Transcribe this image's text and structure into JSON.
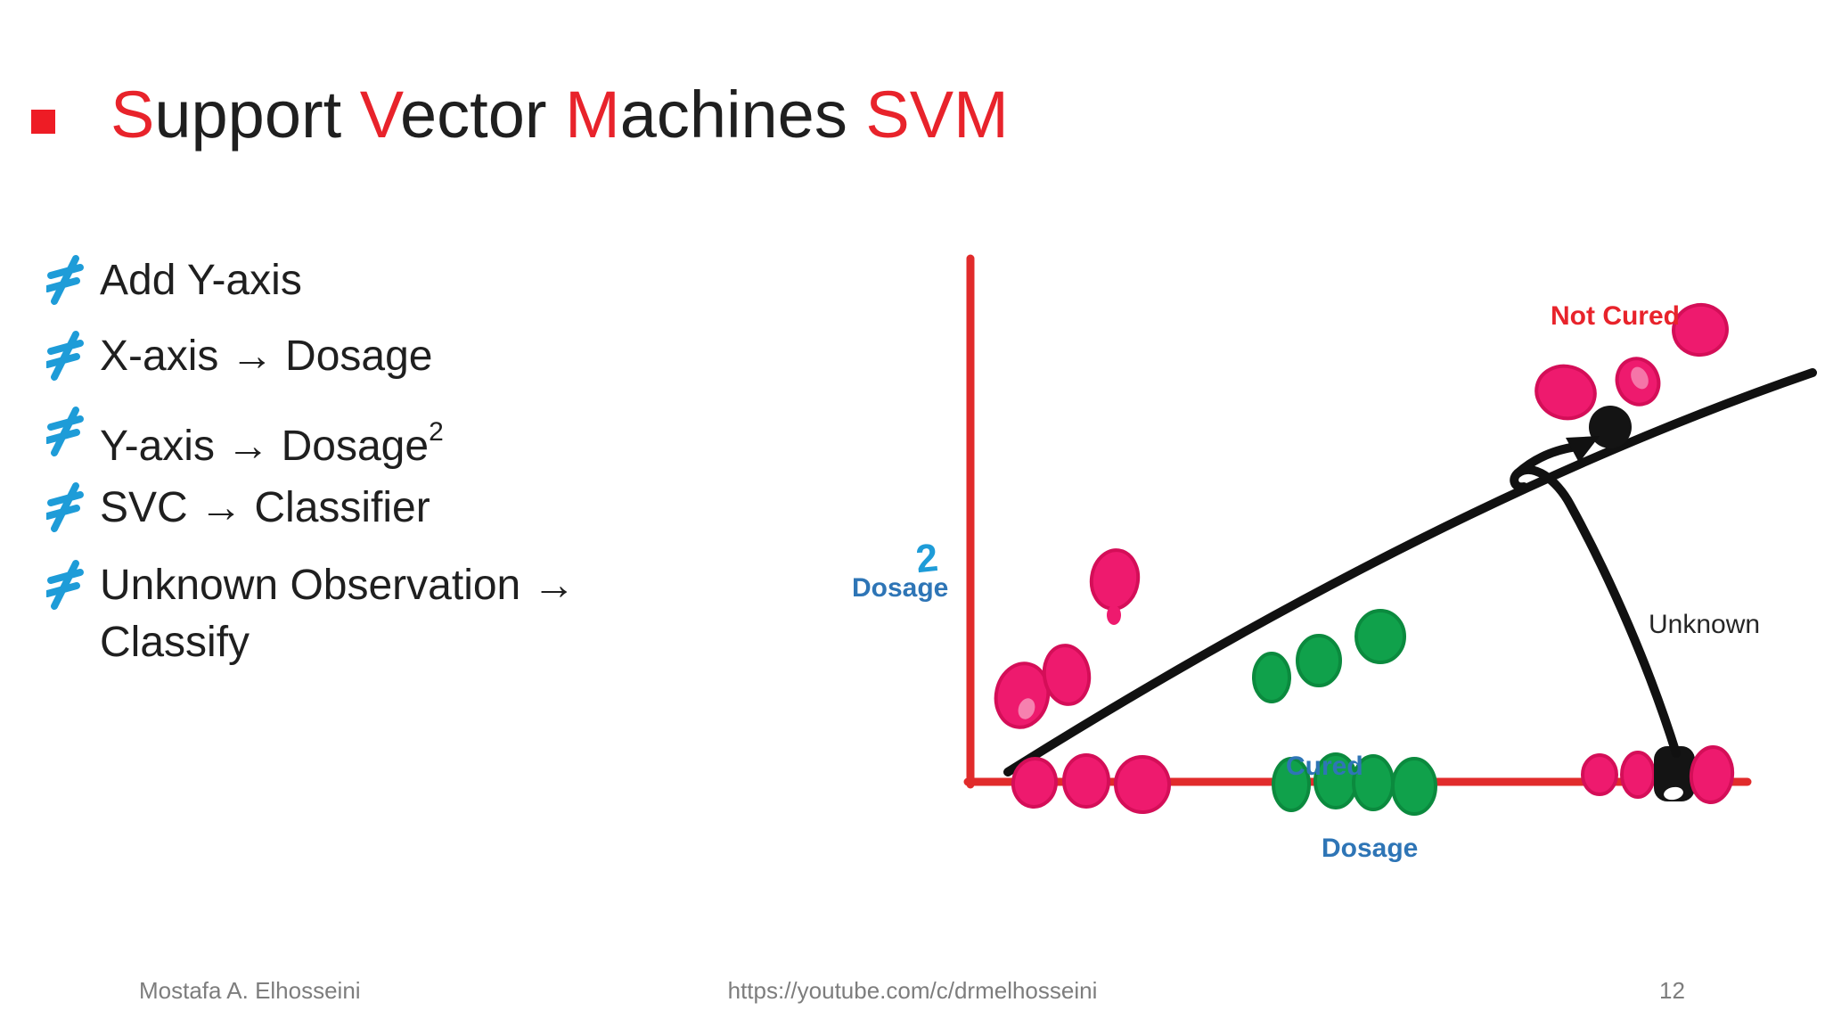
{
  "colors": {
    "title_red": "#e8232b",
    "bullet_red": "#ee1c25",
    "text_dark": "#1f1f1f",
    "icon_blue": "#1e9cd8",
    "label_blue": "#2e75b6",
    "axis_red": "#e12b2b",
    "pink": "#ee1a6e",
    "pink_dark": "#d40e58",
    "green": "#10a14b",
    "green_dark": "#0b8a3e",
    "black_point": "#141414",
    "line_black": "#111111",
    "footer_gray": "#7d7d7d"
  },
  "title": {
    "segments": [
      {
        "t": "S",
        "c": "red"
      },
      {
        "t": "upport ",
        "c": "dark"
      },
      {
        "t": "V",
        "c": "red"
      },
      {
        "t": "ector ",
        "c": "dark"
      },
      {
        "t": "M",
        "c": "red"
      },
      {
        "t": "achines ",
        "c": "dark"
      },
      {
        "t": "SVM",
        "c": "red"
      }
    ]
  },
  "bullets": {
    "items": [
      {
        "text": "Add Y-axis",
        "sup": "",
        "second_line": ""
      },
      {
        "text": "X-axis → Dosage",
        "sup": "",
        "second_line": ""
      },
      {
        "text": "Y-axis → Dosage",
        "sup": "2",
        "second_line": ""
      },
      {
        "text": "SVC → Classifier",
        "sup": "",
        "second_line": ""
      },
      {
        "text": "Unknown Observation →",
        "sup": "",
        "second_line": "Classify"
      }
    ]
  },
  "chart": {
    "labels": {
      "not_cured": "Not Cured",
      "unknown": "Unknown",
      "cured": "Cured",
      "x_axis": "Dosage",
      "y_axis_base": "Dosage",
      "y_axis_exponent": "2"
    }
  },
  "footer": {
    "author": "Mostafa A. Elhosseini",
    "url": "https://youtube.com/c/drmelhosseini",
    "page_number": "12"
  },
  "chart_data": {
    "type": "scatter",
    "title": "",
    "xlabel": "Dosage",
    "ylabel": "Dosage^2",
    "grid": false,
    "legend_position": "none",
    "axis_tick_labels": "none (hand-drawn sketch, unlabeled axes)",
    "xlim": [
      0,
      1.1
    ],
    "ylim": [
      0,
      1.0
    ],
    "series": [
      {
        "name": "Not cured - low dosage (on x-axis)",
        "color": "#ee1a6e",
        "points": [
          [
            0.08,
            0
          ],
          [
            0.15,
            0
          ],
          [
            0.22,
            0
          ]
        ]
      },
      {
        "name": "Cured (on x-axis)",
        "color": "#10a14b",
        "points": [
          [
            0.41,
            0
          ],
          [
            0.47,
            0
          ],
          [
            0.52,
            0
          ],
          [
            0.57,
            0
          ]
        ]
      },
      {
        "name": "Not cured - high dosage (on x-axis)",
        "color": "#ee1a6e",
        "points": [
          [
            0.81,
            0
          ],
          [
            0.86,
            0
          ],
          [
            0.95,
            0
          ]
        ]
      },
      {
        "name": "Unknown observation (on x-axis)",
        "color": "#141414",
        "points": [
          [
            0.9,
            0
          ]
        ]
      },
      {
        "name": "Not cured - lifted to y = dosage^2",
        "color": "#ee1a6e",
        "points": [
          [
            0.07,
            0.16
          ],
          [
            0.12,
            0.2
          ],
          [
            0.18,
            0.38
          ],
          [
            0.76,
            0.73
          ],
          [
            0.85,
            0.76
          ],
          [
            0.93,
            0.86
          ]
        ]
      },
      {
        "name": "Cured - lifted to y = dosage^2",
        "color": "#10a14b",
        "points": [
          [
            0.39,
            0.18
          ],
          [
            0.45,
            0.23
          ],
          [
            0.52,
            0.28
          ]
        ]
      },
      {
        "name": "Unknown - lifted to y = dosage^2",
        "color": "#141414",
        "points": [
          [
            0.82,
            0.68
          ]
        ]
      }
    ],
    "decision_line": {
      "type": "linear SVC boundary",
      "from": [
        0.05,
        0.02
      ],
      "to": [
        1.06,
        0.78
      ]
    },
    "annotations": [
      "Not Cured",
      "Cured",
      "Unknown",
      "curved arrow from unknown x-axis point to its lifted position on the boundary"
    ]
  }
}
